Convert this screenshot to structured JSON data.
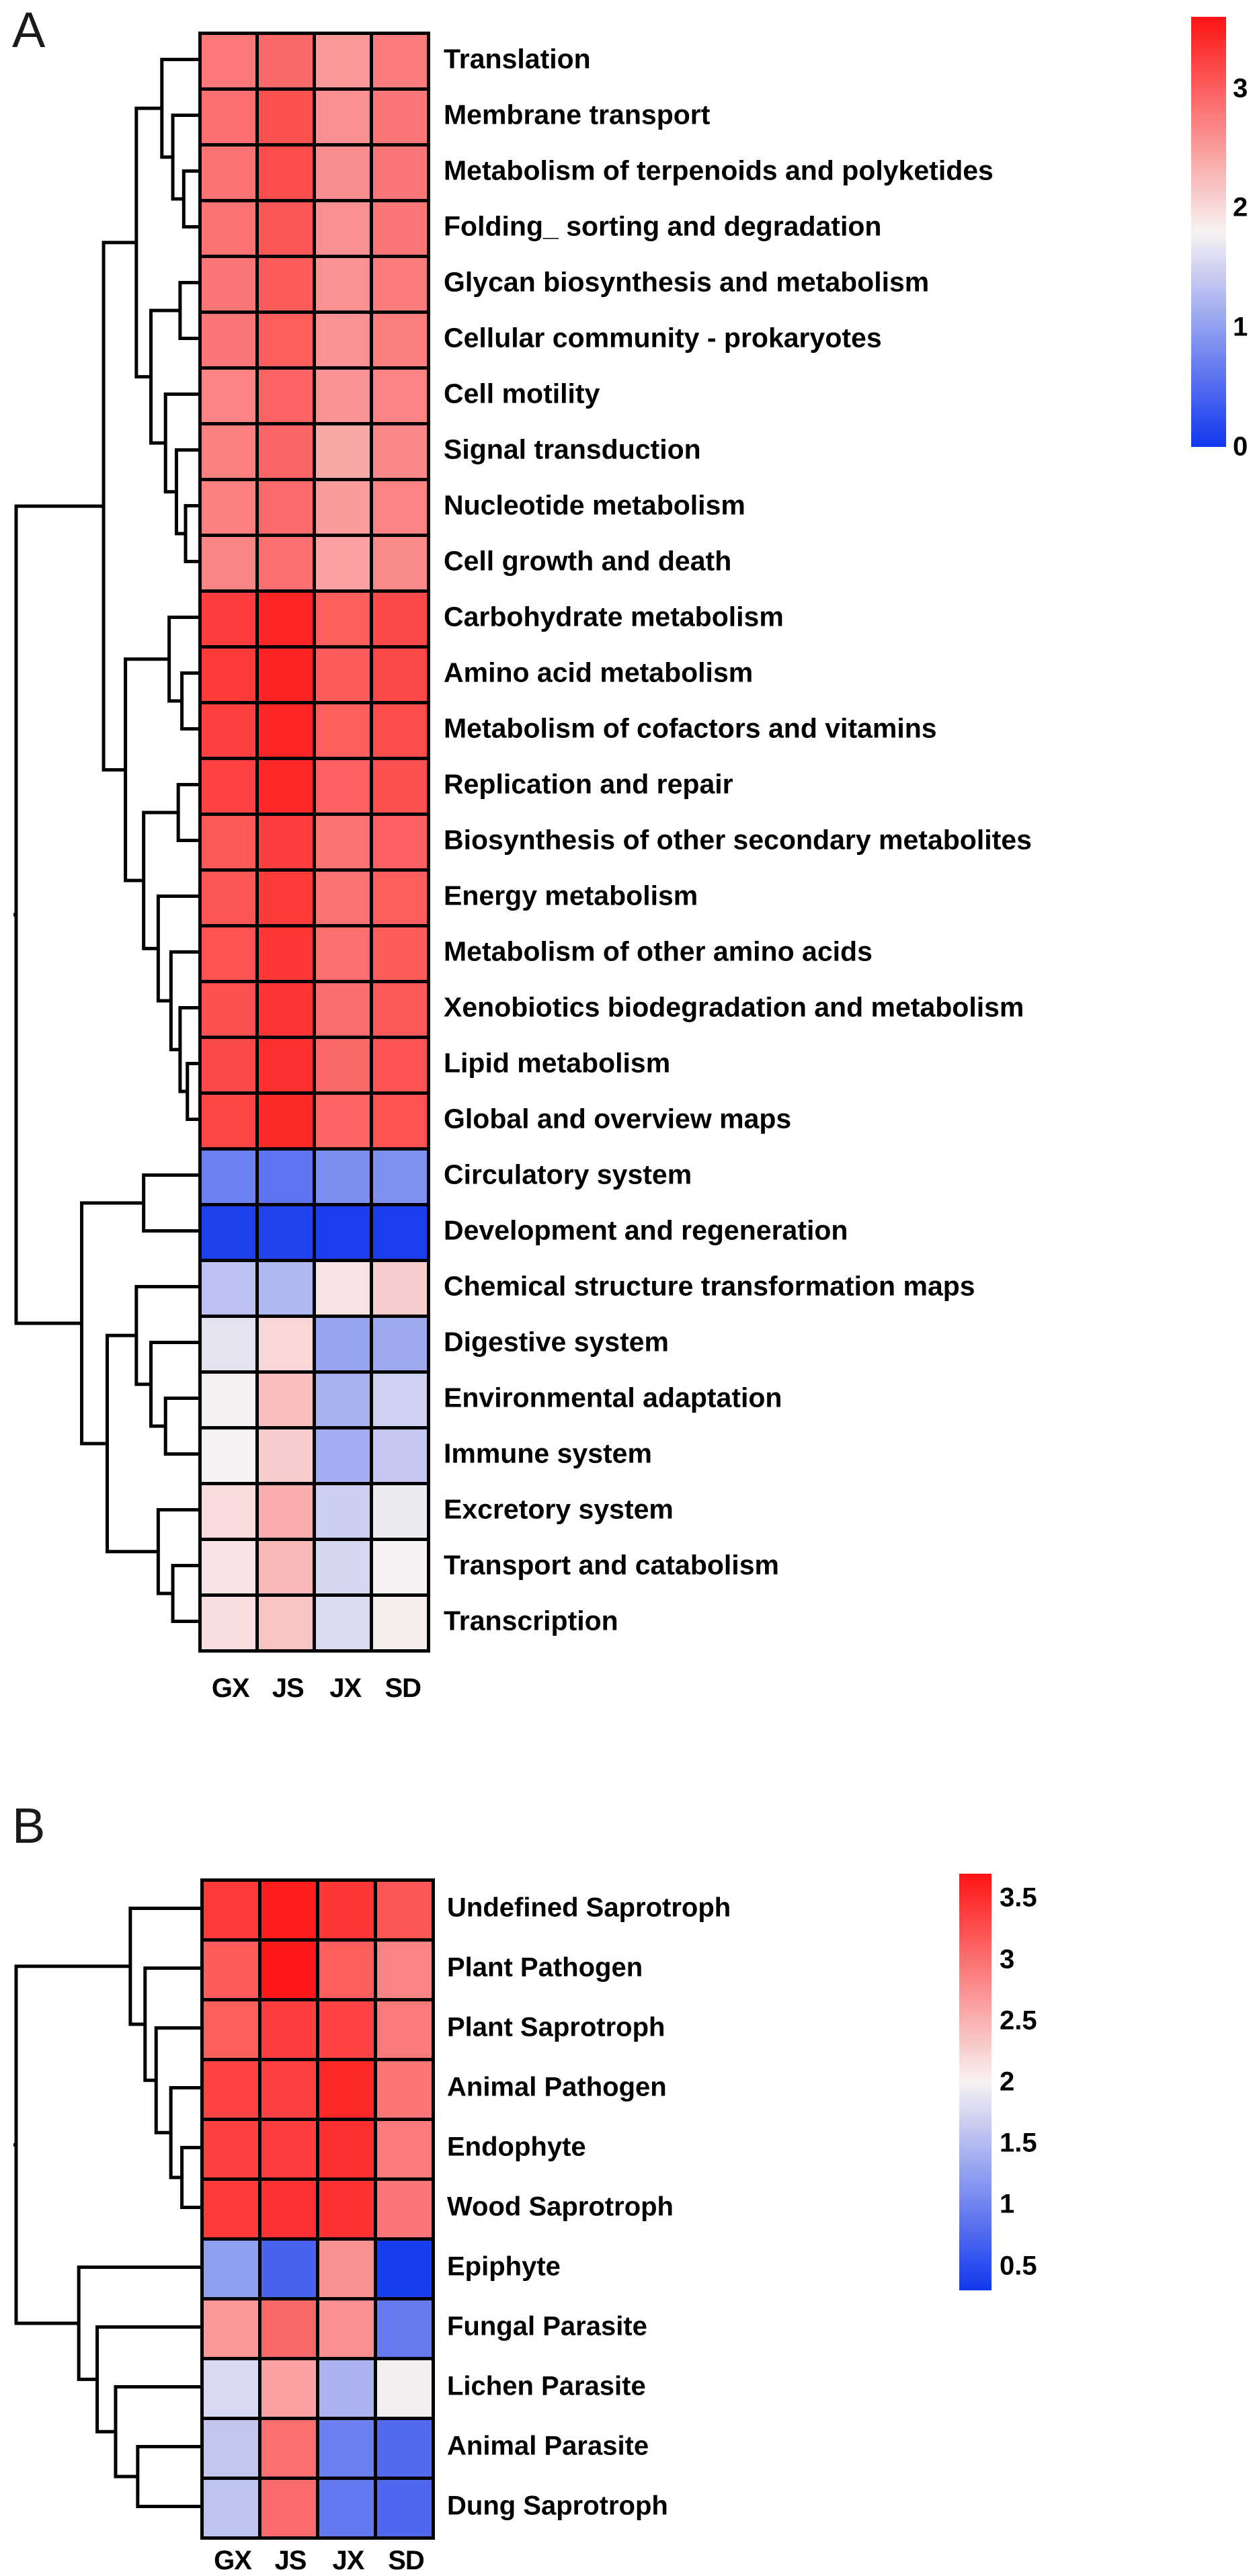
{
  "figure": {
    "panels": [
      {
        "letter": "A",
        "columns": [
          "GX",
          "JS",
          "JX",
          "SD"
        ],
        "colorbar": {
          "ticks": [
            "3",
            "2",
            "1",
            "0"
          ],
          "vmin": 0,
          "vmax": 3.6,
          "low_color": "#1137ee",
          "mid_color": "#f7f2f2",
          "high_color": "#fe1414"
        },
        "rows": [
          "Translation",
          "Membrane transport",
          "Metabolism of terpenoids and polyketides",
          "Folding_ sorting and degradation",
          "Glycan biosynthesis and metabolism",
          "Cellular community - prokaryotes",
          "Cell motility",
          "Signal transduction",
          "Nucleotide metabolism",
          "Cell growth and death",
          "Carbohydrate metabolism",
          "Amino acid metabolism",
          "Metabolism of cofactors and vitamins",
          "Replication and repair",
          "Biosynthesis of other secondary metabolites",
          "Energy metabolism",
          "Metabolism of other amino acids",
          "Xenobiotics biodegradation and metabolism",
          "Lipid metabolism",
          "Global and overview maps",
          "Circulatory system",
          "Development and regeneration",
          "Chemical structure transformation maps",
          "Digestive system",
          "Environmental adaptation",
          "Immune system",
          "Excretory system",
          "Transport and catabolism",
          "Transcription"
        ]
      },
      {
        "letter": "B",
        "columns": [
          "GX",
          "JS",
          "JX",
          "SD"
        ],
        "colorbar": {
          "ticks": [
            "3.5",
            "3",
            "2.5",
            "2",
            "1.5",
            "1",
            "0.5"
          ],
          "vmin": 0.3,
          "vmax": 3.7,
          "low_color": "#1137ee",
          "mid_color": "#f7f2f2",
          "high_color": "#fe1414"
        },
        "rows": [
          "Undefined Saprotroph",
          "Plant Pathogen",
          "Plant Saprotroph",
          "Animal Pathogen",
          "Endophyte",
          "Wood Saprotroph",
          "Epiphyte",
          "Fungal Parasite",
          "Lichen Parasite",
          "Animal Parasite",
          "Dung Saprotroph"
        ]
      }
    ]
  },
  "chart_data": [
    {
      "type": "heatmap",
      "title": "A",
      "xlabel": "",
      "ylabel": "",
      "categories": [
        "GX",
        "JS",
        "JX",
        "SD"
      ],
      "row_labels": [
        "Translation",
        "Membrane transport",
        "Metabolism of terpenoids and polyketides",
        "Folding_ sorting and degradation",
        "Glycan biosynthesis and metabolism",
        "Cellular community - prokaryotes",
        "Cell motility",
        "Signal transduction",
        "Nucleotide metabolism",
        "Cell growth and death",
        "Carbohydrate metabolism",
        "Amino acid metabolism",
        "Metabolism of cofactors and vitamins",
        "Replication and repair",
        "Biosynthesis of other secondary metabolites",
        "Energy metabolism",
        "Metabolism of other amino acids",
        "Xenobiotics biodegradation and metabolism",
        "Lipid metabolism",
        "Global and overview maps",
        "Circulatory system",
        "Development and regeneration",
        "Chemical structure transformation maps",
        "Digestive system",
        "Environmental adaptation",
        "Immune system",
        "Excretory system",
        "Transport and catabolism",
        "Transcription"
      ],
      "values": [
        [
          2.78,
          2.92,
          2.52,
          2.76
        ],
        [
          2.86,
          3.12,
          2.6,
          2.8
        ],
        [
          2.84,
          3.14,
          2.62,
          2.8
        ],
        [
          2.82,
          3.06,
          2.6,
          2.8
        ],
        [
          2.8,
          3.02,
          2.58,
          2.76
        ],
        [
          2.8,
          3.0,
          2.58,
          2.74
        ],
        [
          2.7,
          2.96,
          2.56,
          2.7
        ],
        [
          2.72,
          2.94,
          2.4,
          2.66
        ],
        [
          2.72,
          2.9,
          2.5,
          2.7
        ],
        [
          2.68,
          2.86,
          2.46,
          2.64
        ],
        [
          3.26,
          3.46,
          3.0,
          3.16
        ],
        [
          3.28,
          3.48,
          3.02,
          3.18
        ],
        [
          3.24,
          3.46,
          3.0,
          3.14
        ],
        [
          3.22,
          3.44,
          2.98,
          3.12
        ],
        [
          3.04,
          3.26,
          2.82,
          2.98
        ],
        [
          3.06,
          3.28,
          2.84,
          3.0
        ],
        [
          3.1,
          3.32,
          2.86,
          3.02
        ],
        [
          3.12,
          3.34,
          2.88,
          3.04
        ],
        [
          3.16,
          3.38,
          2.92,
          3.08
        ],
        [
          3.2,
          3.42,
          2.96,
          3.1
        ],
        [
          0.72,
          0.6,
          0.84,
          0.86
        ],
        [
          0.1,
          0.12,
          0.08,
          0.08
        ],
        [
          1.34,
          1.24,
          1.92,
          2.1
        ],
        [
          1.66,
          2.02,
          1.04,
          1.1
        ],
        [
          1.82,
          2.22,
          1.18,
          1.48
        ],
        [
          1.8,
          2.1,
          1.14,
          1.4
        ],
        [
          1.98,
          2.36,
          1.46,
          1.72
        ],
        [
          1.92,
          2.26,
          1.54,
          1.8
        ],
        [
          1.96,
          2.18,
          1.58,
          1.84
        ]
      ],
      "dendrogram": "row-linkage shown at left; two top-level clusters: rows 1-20 (red/high) and rows 21-29 (blue/low)",
      "colorbar_ticks": [
        "3",
        "2",
        "1",
        "0"
      ],
      "vmin": 0,
      "vmax": 3.6,
      "legend": "vertical colorbar, right side",
      "grid": true
    },
    {
      "type": "heatmap",
      "title": "B",
      "xlabel": "",
      "ylabel": "",
      "categories": [
        "GX",
        "JS",
        "JX",
        "SD"
      ],
      "row_labels": [
        "Undefined Saprotroph",
        "Plant Pathogen",
        "Plant Saprotroph",
        "Animal Pathogen",
        "Endophyte",
        "Wood Saprotroph",
        "Epiphyte",
        "Fungal Parasite",
        "Lichen Parasite",
        "Animal Parasite",
        "Dung Saprotroph"
      ],
      "values": [
        [
          3.42,
          3.62,
          3.44,
          3.2
        ],
        [
          3.16,
          3.66,
          3.14,
          2.84
        ],
        [
          3.14,
          3.38,
          3.34,
          2.92
        ],
        [
          3.34,
          3.36,
          3.54,
          2.96
        ],
        [
          3.36,
          3.38,
          3.5,
          2.9
        ],
        [
          3.4,
          3.48,
          3.46,
          2.94
        ],
        [
          1.24,
          0.7,
          2.74,
          0.36
        ],
        [
          2.7,
          3.06,
          2.76,
          0.92
        ],
        [
          1.76,
          2.62,
          1.44,
          1.96
        ],
        [
          1.6,
          3.0,
          0.96,
          0.78
        ],
        [
          1.58,
          3.04,
          0.9,
          0.74
        ]
      ],
      "dendrogram": "row-linkage shown at left; two top-level clusters: rows 1-6 (red/high) and rows 7-11 (mixed/low)",
      "colorbar_ticks": [
        "3.5",
        "3",
        "2.5",
        "2",
        "1.5",
        "1",
        "0.5"
      ],
      "vmin": 0.3,
      "vmax": 3.7,
      "legend": "vertical colorbar, right side",
      "grid": true
    }
  ]
}
